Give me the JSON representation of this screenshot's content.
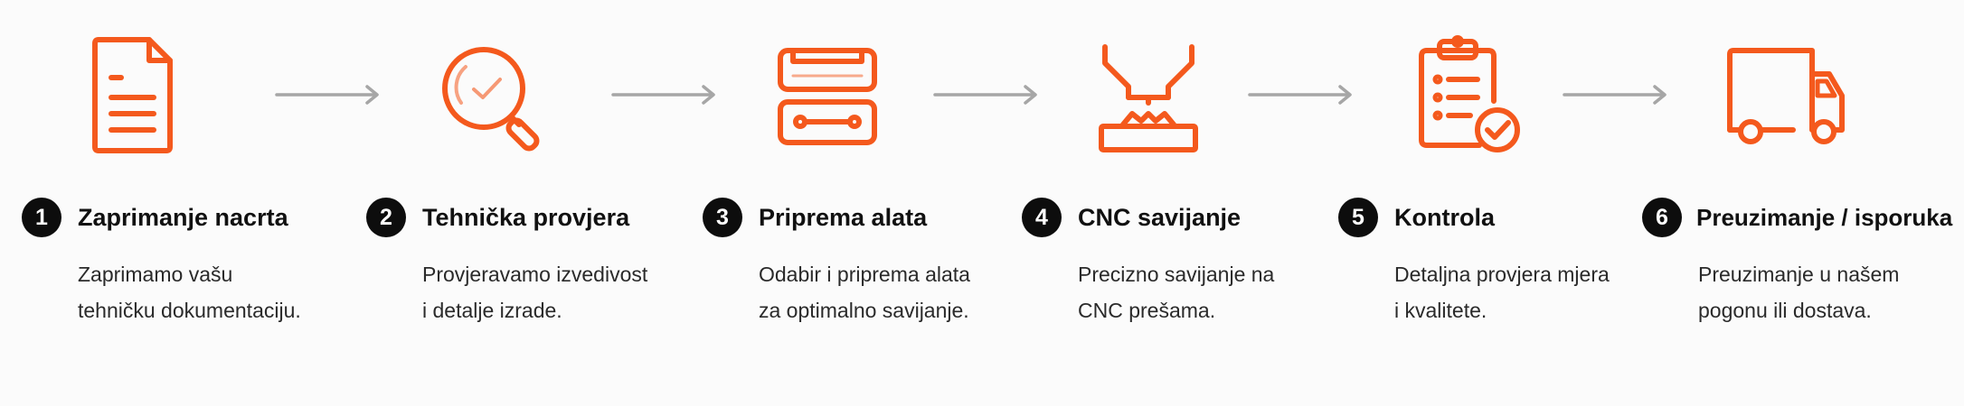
{
  "colors": {
    "accent": "#f4591d",
    "arrow": "#a6a6a6",
    "badge": "#0d0d0d"
  },
  "steps": [
    {
      "number": "1",
      "title": "Zaprimanje nacrta",
      "description": "Zaprimamo vašu\ntehničku dokumentaciju.",
      "icon": "document-icon"
    },
    {
      "number": "2",
      "title": "Tehnička provjera",
      "description": "Provjeravamo izvedivost\ni detalje izrade.",
      "icon": "magnifier-check-icon"
    },
    {
      "number": "3",
      "title": "Priprema alata",
      "description": "Odabir i priprema alata\nza optimalno savijanje.",
      "icon": "tools-icon"
    },
    {
      "number": "4",
      "title": "CNC savijanje",
      "description": "Precizno savijanje na\nCNC prešama.",
      "icon": "press-brake-icon"
    },
    {
      "number": "5",
      "title": "Kontrola",
      "description": "Detaljna provjera mjera\ni kvalitete.",
      "icon": "clipboard-check-icon"
    },
    {
      "number": "6",
      "title": "Preuzimanje / isporuka",
      "description": "Preuzimanje u našem\npogonu ili dostava.",
      "icon": "truck-icon"
    }
  ]
}
